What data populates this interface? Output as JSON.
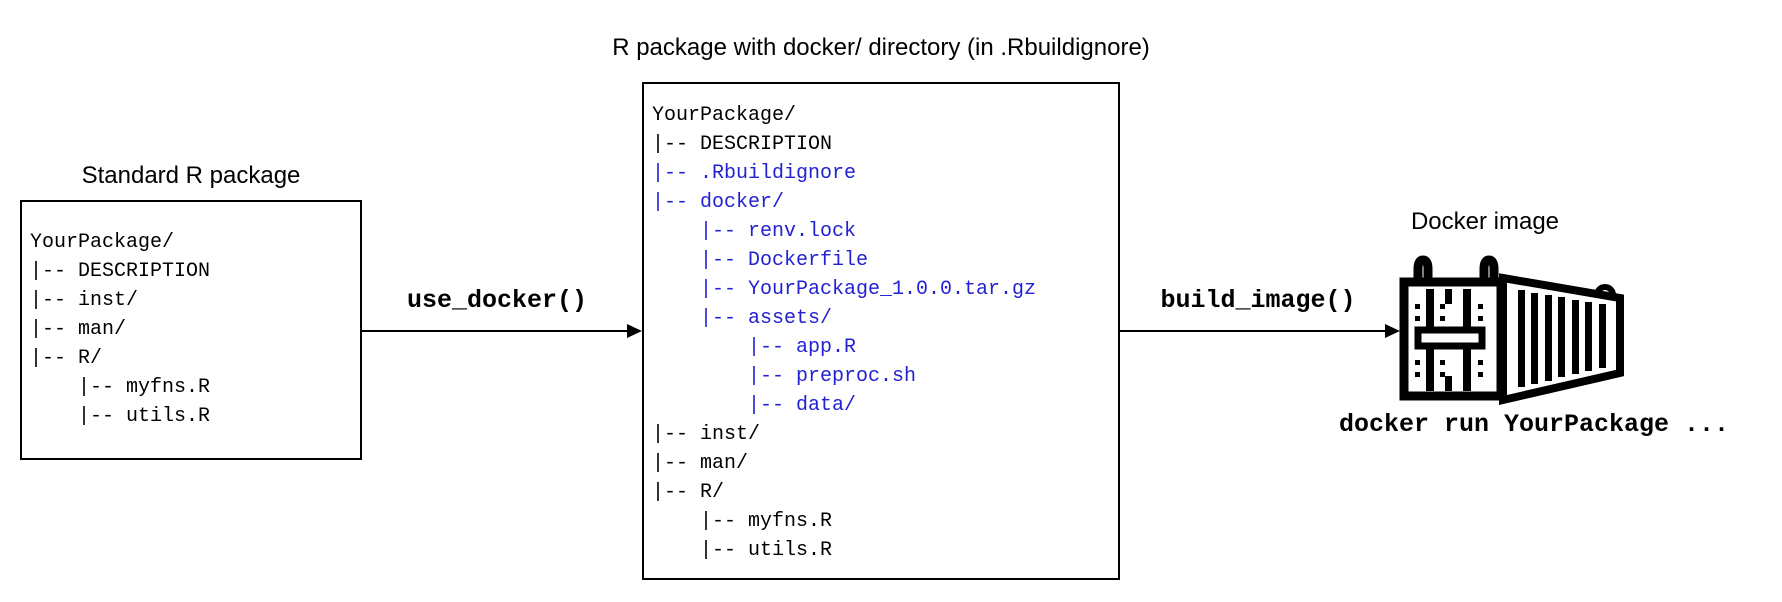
{
  "colors": {
    "highlight_blue": "#2222d2",
    "text_black": "#000000",
    "background": "#ffffff"
  },
  "left_panel": {
    "title": "Standard R package",
    "tree": [
      {
        "text": "YourPackage/",
        "highlight": false
      },
      {
        "text": "|-- DESCRIPTION",
        "highlight": false
      },
      {
        "text": "|-- inst/",
        "highlight": false
      },
      {
        "text": "|-- man/",
        "highlight": false
      },
      {
        "text": "|-- R/",
        "highlight": false
      },
      {
        "text": "    |-- myfns.R",
        "highlight": false
      },
      {
        "text": "    |-- utils.R",
        "highlight": false
      }
    ]
  },
  "middle_panel": {
    "title": "R package with docker/ directory (in .Rbuildignore)",
    "tree": [
      {
        "text": "YourPackage/",
        "highlight": false
      },
      {
        "text": "|-- DESCRIPTION",
        "highlight": false
      },
      {
        "text": "|-- .Rbuildignore",
        "highlight": true
      },
      {
        "text": "|-- docker/",
        "highlight": true
      },
      {
        "text": "    |-- renv.lock",
        "highlight": true
      },
      {
        "text": "    |-- Dockerfile",
        "highlight": true
      },
      {
        "text": "    |-- YourPackage_1.0.0.tar.gz",
        "highlight": true
      },
      {
        "text": "    |-- assets/",
        "highlight": true
      },
      {
        "text": "        |-- app.R",
        "highlight": true
      },
      {
        "text": "        |-- preproc.sh",
        "highlight": true
      },
      {
        "text": "        |-- data/",
        "highlight": true
      },
      {
        "text": "|-- inst/",
        "highlight": false
      },
      {
        "text": "|-- man/",
        "highlight": false
      },
      {
        "text": "|-- R/",
        "highlight": false
      },
      {
        "text": "    |-- myfns.R",
        "highlight": false
      },
      {
        "text": "    |-- utils.R",
        "highlight": false
      }
    ]
  },
  "arrows": {
    "use_docker_label": "use_docker()",
    "build_image_label": "build_image()"
  },
  "right_panel": {
    "title": "Docker image",
    "caption": "docker run YourPackage ...",
    "icon": "shipping-container-icon"
  }
}
